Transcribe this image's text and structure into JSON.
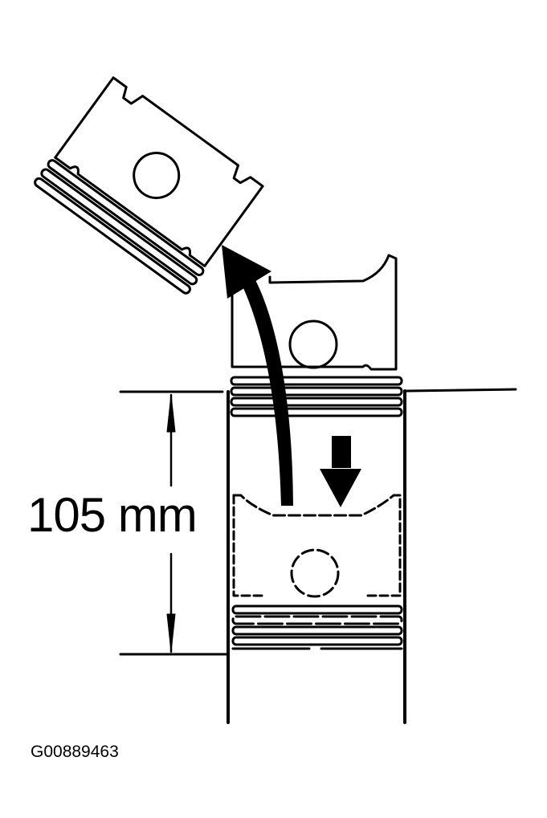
{
  "figure": {
    "dimension_label": "105 mm",
    "figure_id": "G00889463",
    "colors": {
      "ink": "#000000",
      "paper": "#ffffff"
    },
    "elements": [
      {
        "name": "removed-piston",
        "description": "piston tilted and removed from cylinder top"
      },
      {
        "name": "piston-at-bore-top",
        "description": "piston partially protruding from cylinder bore"
      },
      {
        "name": "piston-in-bore",
        "description": "piston positioned inside cylinder (hidden lines)"
      },
      {
        "name": "removal-arrow",
        "description": "curved arrow pointing up-left showing removal path"
      },
      {
        "name": "push-down-arrow",
        "description": "downward arrow showing piston pushed down"
      },
      {
        "name": "depth-dimension",
        "description": "vertical dimension line between deck and measurement line"
      }
    ]
  }
}
